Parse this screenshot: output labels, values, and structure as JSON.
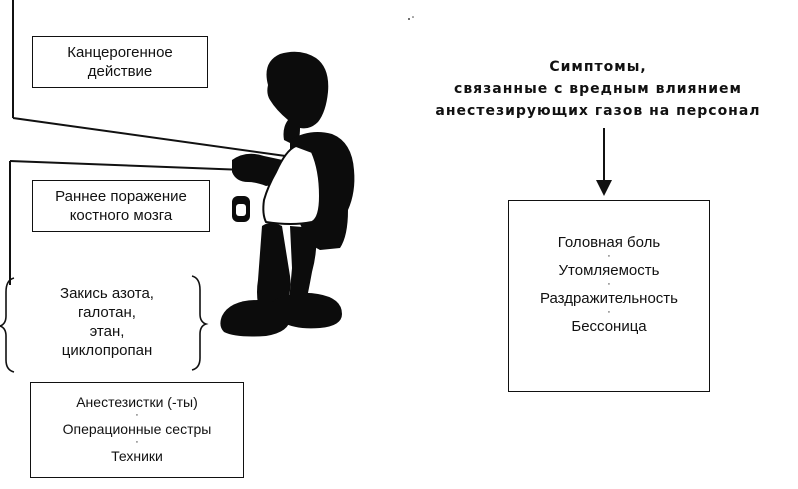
{
  "diagram": {
    "title": [
      "Симптомы,",
      "связанные с вредным влиянием",
      "анестезирующих газов на персонал"
    ],
    "effects": {
      "carcinogenic": [
        "Канцерогенное",
        "действие"
      ],
      "bone_marrow": [
        "Раннее поражение",
        "костного мозга"
      ]
    },
    "gases": [
      "Закись азота,",
      "галотан,",
      "этан,",
      "циклопропан"
    ],
    "staff": [
      "Анестезистки (-ты)",
      "Операционные сестры",
      "Техники"
    ],
    "symptoms": [
      "Головная  боль",
      "Утомляемость",
      "Раздражительность",
      "Бессоница"
    ],
    "separator": "·",
    "figure": "doctor-figure-icon"
  }
}
